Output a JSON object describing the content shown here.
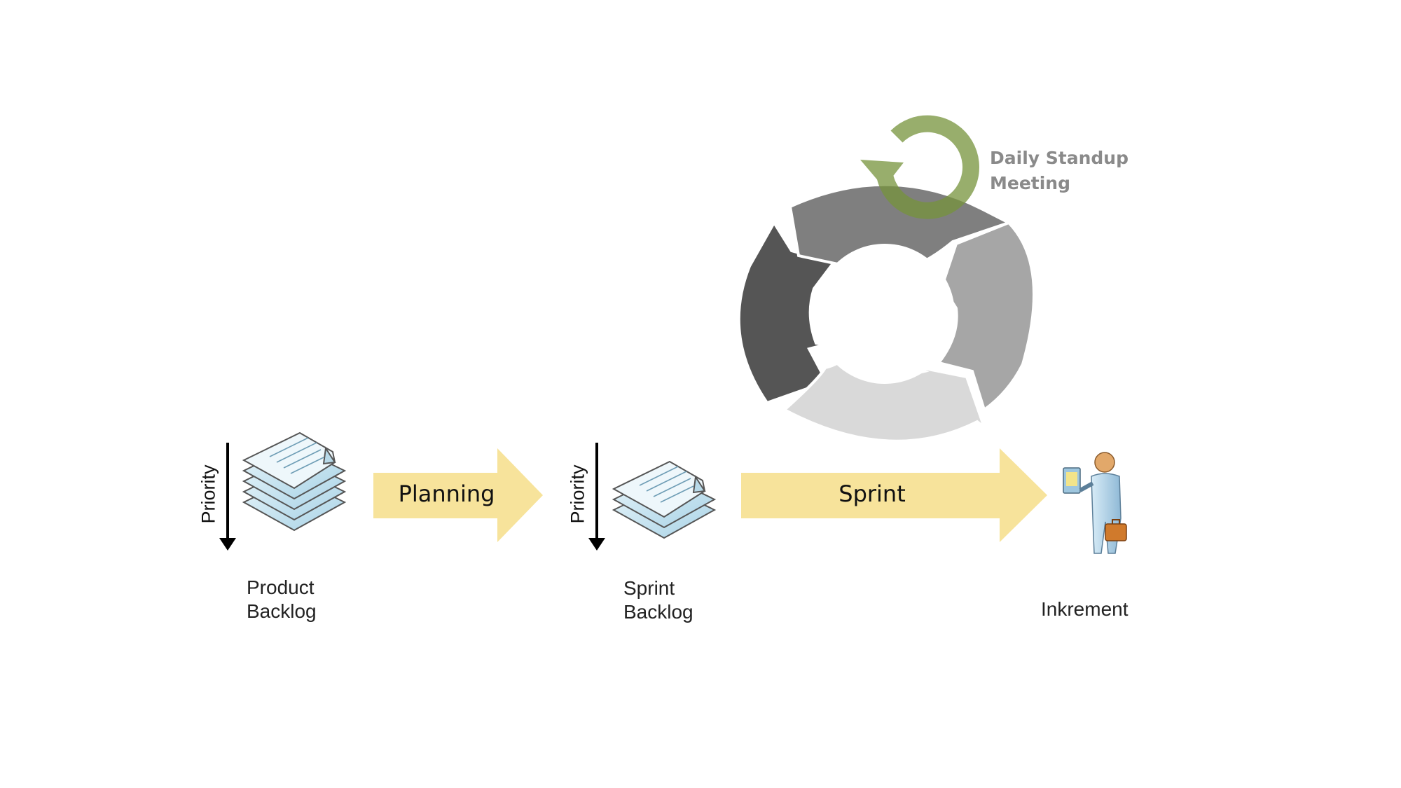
{
  "steps": {
    "product_backlog": {
      "line1": "Product",
      "line2": "Backlog"
    },
    "planning": {
      "label": "Planning"
    },
    "sprint_backlog": {
      "line1": "Sprint",
      "line2": "Backlog"
    },
    "sprint": {
      "label": "Sprint"
    },
    "increment": {
      "label": "Inkrement"
    }
  },
  "priority_label": "Priority",
  "daily_standup": {
    "line1": "Daily Standup",
    "line2": "Meeting"
  },
  "colors": {
    "arrow_fill": "#f7e39b",
    "cycle_dark": "#555555",
    "cycle_mid": "#7f7f7f",
    "cycle_light": "#a6a6a6",
    "cycle_lightest": "#d9d9d9",
    "standup_green": "#76933c",
    "doc_blue": "#c6e3ef"
  }
}
